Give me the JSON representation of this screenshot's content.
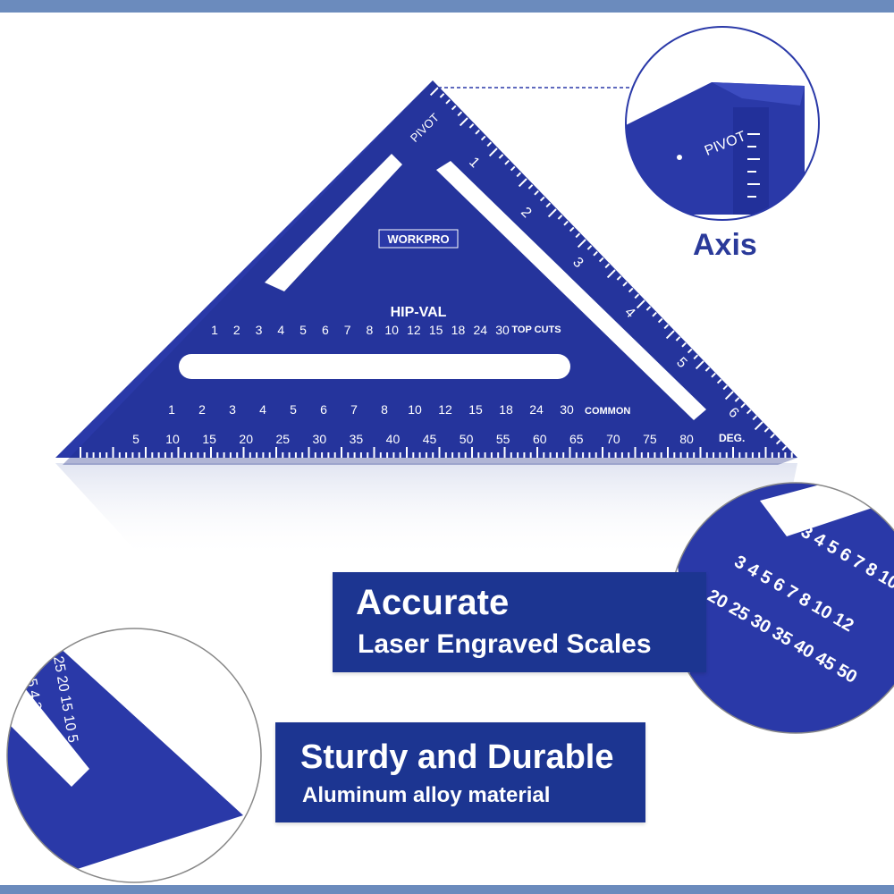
{
  "brand": {
    "name": "WORKPRO",
    "primary_color": "#1c3591",
    "tool_color": "#2a39a8",
    "band_color": "#6b8bbd"
  },
  "tool": {
    "pivot_label": "PIVOT",
    "hip_val_label": "HIP-VAL",
    "top_cuts_label": "TOP CUTS",
    "common_label": "COMMON",
    "deg_label": "DEG.",
    "hip_val_scale": [
      "1",
      "2",
      "3",
      "4",
      "5",
      "6",
      "7",
      "8",
      "10",
      "12",
      "15",
      "18",
      "24",
      "30"
    ],
    "common_scale": [
      "1",
      "2",
      "3",
      "4",
      "5",
      "6",
      "7",
      "8",
      "10",
      "12",
      "15",
      "18",
      "24",
      "30"
    ],
    "degree_scale": [
      "5",
      "10",
      "15",
      "20",
      "25",
      "30",
      "35",
      "40",
      "45",
      "50",
      "55",
      "60",
      "65",
      "70",
      "75",
      "80"
    ],
    "hypotenuse_scale": [
      "1",
      "2",
      "3",
      "4",
      "5",
      "6"
    ]
  },
  "callouts": {
    "axis_label": "Axis",
    "zoom_pivot_label": "PIVOT"
  },
  "features": [
    {
      "heading": "Accurate",
      "subheading": "Laser Engraved Scales"
    },
    {
      "heading": "Sturdy and Durable",
      "subheading": "Aluminum alloy material"
    }
  ]
}
